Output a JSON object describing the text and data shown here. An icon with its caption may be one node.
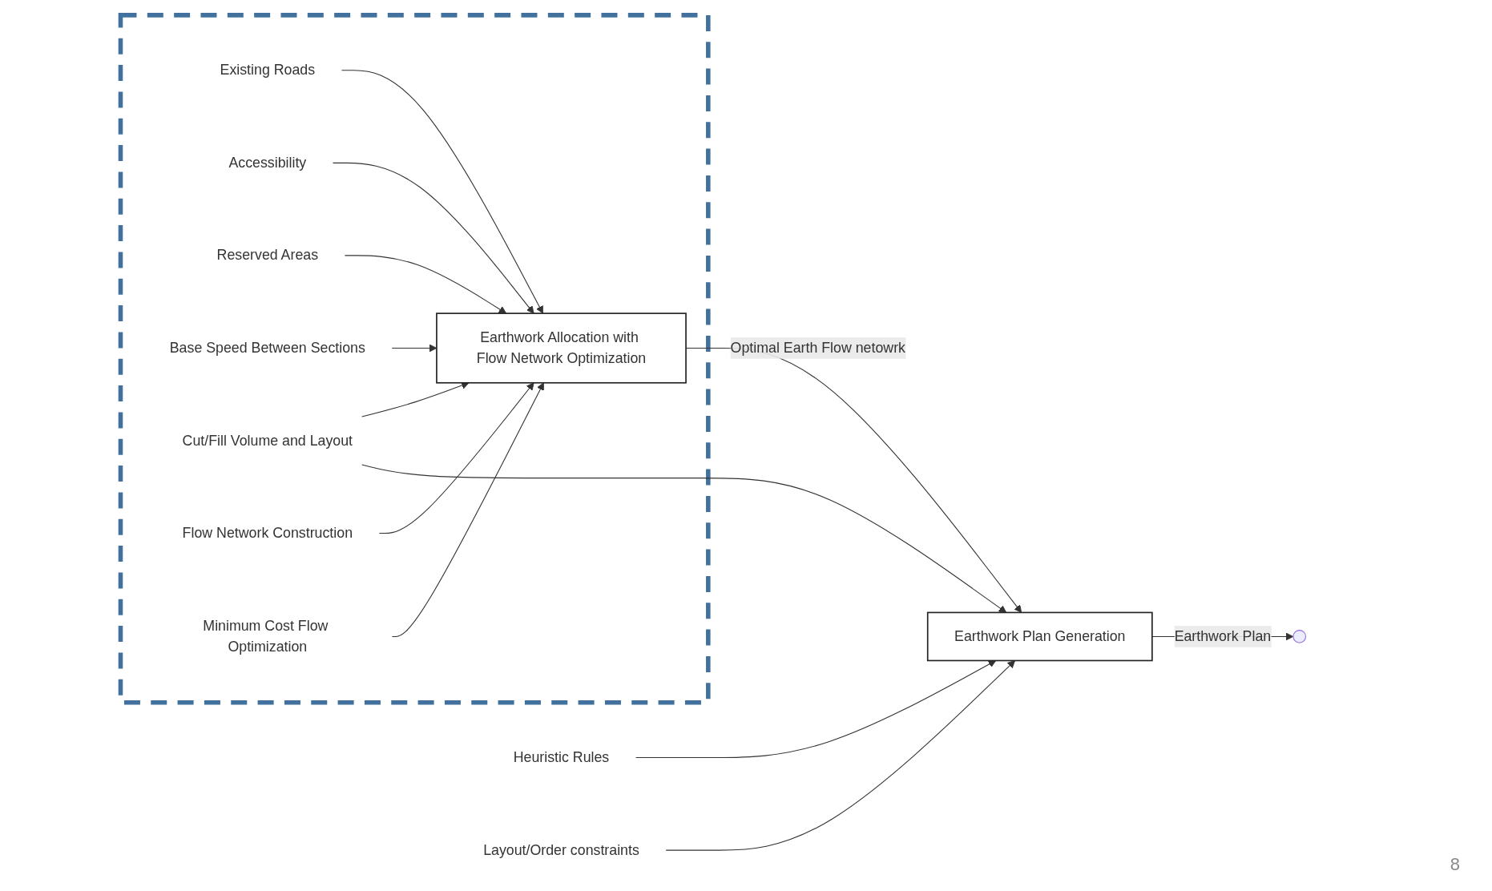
{
  "diagram": {
    "nodes": [
      {
        "text": [],
        "shape": "box"
      },
      {
        "text": [
          "Existing Roads"
        ],
        "in": 0
      },
      {
        "text": [
          "Accessibility"
        ],
        "in": 0
      },
      {
        "text": [
          "Reserved Areas"
        ],
        "in": 0
      },
      {
        "text": [
          "Base Speed Between Sections"
        ],
        "in": 0
      },
      {
        "text": [
          "Earthwork Allocation with Flow Network Optimization"
        ],
        "in": 0
      },
      {
        "text": [
          "Cut/Fill Volume and Layout"
        ],
        "in": 0
      },
      {
        "text": [
          "Flow Network Construction"
        ],
        "in": 0
      },
      {
        "text": [
          "Minimum Cost Flow Optimization"
        ],
        "in": 0
      },
      {
        "text": [
          "Heuristic Rules"
        ]
      },
      {
        "text": [
          "Layout/Order constraints"
        ]
      },
      {
        "text": [
          "Earthwork Plan Generation"
        ]
      }
    ],
    "edges": [
      {
        "from": 2,
        "to": 5,
        "arrow": "to"
      },
      {
        "from": 1,
        "to": 5,
        "arrow": "to"
      },
      {
        "from": 3,
        "to": 5,
        "arrow": "to"
      },
      {
        "from": 4,
        "to": 5,
        "arrow": "to"
      },
      {
        "from": 6,
        "to": 5,
        "arrow": "to"
      },
      {
        "from": 6,
        "to": 11,
        "arrow": "to"
      },
      {
        "from": 7,
        "to": 5,
        "arrow": "to"
      },
      {
        "from": 8,
        "to": 5,
        "arrow": "to"
      },
      {
        "from": 5,
        "to": 11,
        "arrow": "to",
        "label": "Optimal Earth Flow netowrk"
      },
      {
        "from": 9,
        "to": 11,
        "arrow": "to"
      },
      {
        "from": 10,
        "to": 11,
        "arrow": "to"
      },
      {
        "from": 11,
        "to": null,
        "arrow": "to",
        "label": "Earthwork Plan"
      }
    ],
    "labels": [
      "8"
    ]
  }
}
